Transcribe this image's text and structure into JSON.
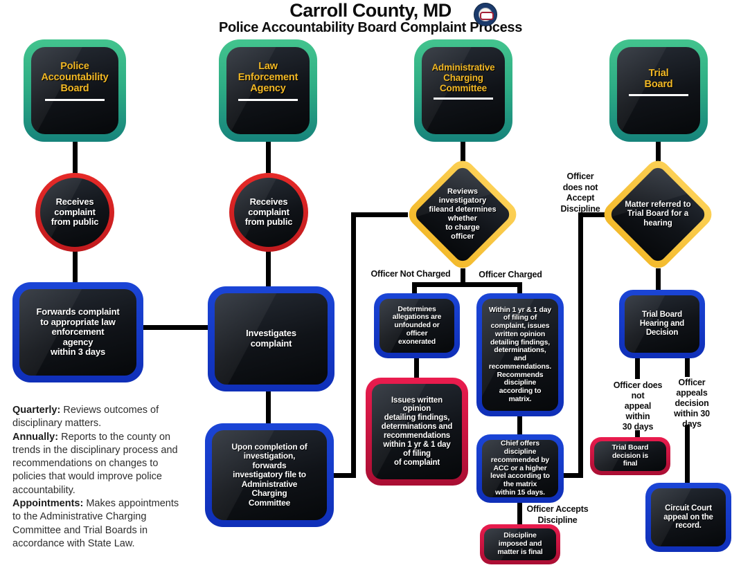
{
  "title": {
    "line1": "Carroll County, MD",
    "line2": "Police Accountability Board Complaint Process"
  },
  "nodes": {
    "pab_header": "Police\nAccountability\nBoard",
    "lea_header": "Law\nEnforcement\nAgency",
    "acc_header": "Administrative\nCharging\nCommittee",
    "tb_header": "Trial\nBoard",
    "pab_receives": "Receives\ncomplaint\nfrom public",
    "lea_receives": "Receives\ncomplaint\nfrom public",
    "acc_reviews": "Reviews\ninvestigatory\nfileand determines\nwhether\nto charge\nofficer",
    "tb_matter": "Matter referred to\nTrial Board for a\nhearing",
    "pab_forwards": "Forwards complaint\nto appropriate law\nenforcement\nagency\nwithin 3 days",
    "lea_investigates": "Investigates\ncomplaint",
    "lea_upon": "Upon completion of\ninvestigation,\nforwards\ninvestigatory file to\nAdministrative\nCharging\nCommittee",
    "acc_determines": "Determines\nallegations are\nunfounded or\nofficer\nexonerated",
    "acc_issues": "Issues written\nopinion\ndetailing findings,\ndeterminations and\nrecommendations\nwithin 1 yr & 1 day\nof filing\nof complaint",
    "acc_within": "Within 1 yr & 1 day\nof filing of\ncomplaint, issues\nwritten opinion\ndetailing findings,\ndeterminations,\nand\nrecommendations.\nRecommends\ndiscipline\naccording to\nmatrix.",
    "chief_offers": "Chief offers\ndiscipline\nrecommended by\nACC or a higher\nlevel according to\nthe matrix\nwithin 15 days.",
    "discipline_final": "Discipline\nimposed and\nmatter is final",
    "tb_hearing": "Trial Board\nHearing and\nDecision",
    "tb_final": "Trial Board\ndecision is\nfinal",
    "circuit_court": "Circuit Court\nappeal on the\nrecord."
  },
  "labels": {
    "not_charged": "Officer Not Charged",
    "charged": "Officer Charged",
    "no_accept": "Officer\ndoes not\nAccept\nDiscipline",
    "accepts": "Officer Accepts\nDiscipline",
    "no_appeal": "Officer does\nnot\nappeal\nwithin\n30 days",
    "appeals": "Officer\nappeals\ndecision\nwithin 30\ndays"
  },
  "info": {
    "items": [
      {
        "lead": "Quarterly:",
        "text": " Reviews outcomes of disciplinary matters."
      },
      {
        "lead": "Annually:",
        "text": " Reports to the county on trends in the disciplinary process and recommendations on changes to policies that would improve police accountability."
      },
      {
        "lead": "Appointments:",
        "text": " Makes appointments to the Administrative Charging Committee and Trial Boards in accordance with State Law."
      }
    ]
  },
  "colors": {
    "header_border_top": "#43c48e",
    "header_border_bottom": "#16837b",
    "circle_border": "#d42024",
    "diamond_border": "#f5c33a",
    "blue_border": "#1638cf",
    "red_border": "#d0123f",
    "node_fill": "#0d1014",
    "header_text": "#f2b825",
    "node_text": "#ffffff",
    "connector": "#000000",
    "label_text": "#0d0d0d"
  }
}
